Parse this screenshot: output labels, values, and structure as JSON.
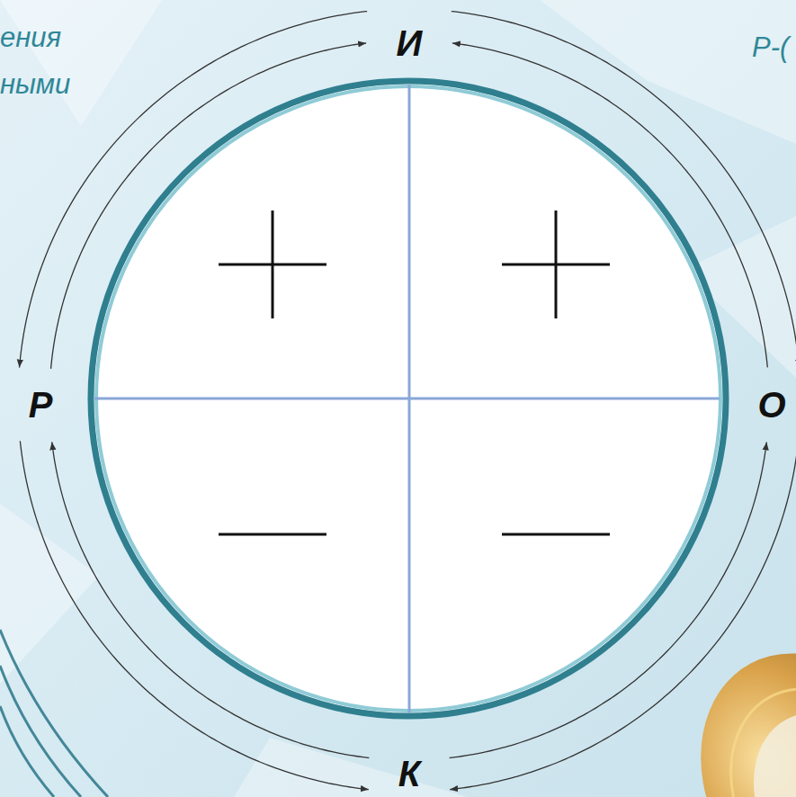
{
  "diagram": {
    "nodes": [
      {
        "text": [
          "И"
        ]
      },
      {
        "text": [
          "Р"
        ]
      },
      {
        "text": [
          "О"
        ]
      },
      {
        "text": [
          "К"
        ]
      }
    ],
    "edges": [
      {
        "from": 0,
        "to": 1,
        "arrow": "to"
      },
      {
        "from": 1,
        "to": 0,
        "arrow": "to"
      },
      {
        "from": 0,
        "to": 2,
        "arrow": "to"
      },
      {
        "from": 2,
        "to": 0,
        "arrow": "to"
      },
      {
        "from": 1,
        "to": 3,
        "arrow": "to"
      },
      {
        "from": 3,
        "to": 1,
        "arrow": "to"
      },
      {
        "from": 2,
        "to": 3,
        "arrow": "to"
      },
      {
        "from": 3,
        "to": 2,
        "arrow": "to"
      }
    ],
    "labels": [
      "ения ными",
      "Р-("
    ]
  }
}
